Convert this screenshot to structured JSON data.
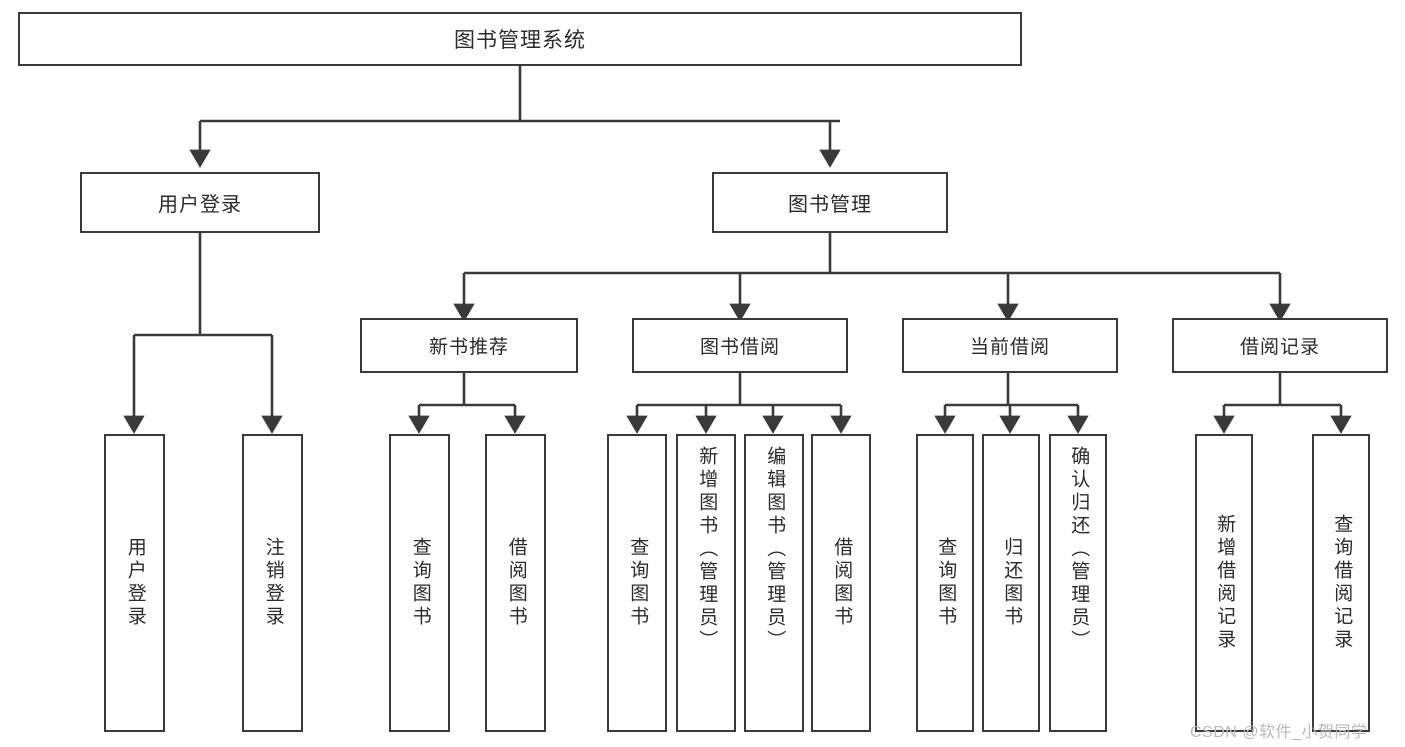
{
  "diagram": {
    "title": "图书管理系统",
    "type": "functional-structure-tree",
    "root": {
      "label": "图书管理系统"
    },
    "level1": [
      {
        "label": "用户登录"
      },
      {
        "label": "图书管理"
      }
    ],
    "level2": [
      {
        "label": "新书推荐"
      },
      {
        "label": "图书借阅"
      },
      {
        "label": "当前借阅"
      },
      {
        "label": "借阅记录"
      }
    ],
    "leaves": {
      "user_login": [
        {
          "label": "用户登录"
        },
        {
          "label": "注销登录"
        }
      ],
      "new_book_recommend": [
        {
          "label": "查询图书"
        },
        {
          "label": "借阅图书"
        }
      ],
      "book_borrow": [
        {
          "label": "查询图书"
        },
        {
          "label": "新增图书（管理员）"
        },
        {
          "label": "编辑图书（管理员）"
        },
        {
          "label": "借阅图书"
        }
      ],
      "current_borrow": [
        {
          "label": "查询图书"
        },
        {
          "label": "归还图书"
        },
        {
          "label": "确认归还（管理员）"
        }
      ],
      "borrow_records": [
        {
          "label": "新增借阅记录"
        },
        {
          "label": "查询借阅记录"
        }
      ]
    }
  },
  "watermark": {
    "text": "CSDN @软件_小贺同学"
  },
  "colors": {
    "stroke": "#3a3a3a",
    "text": "#2b2b2b",
    "background": "#ffffff",
    "watermark": "#b9b9b9"
  }
}
